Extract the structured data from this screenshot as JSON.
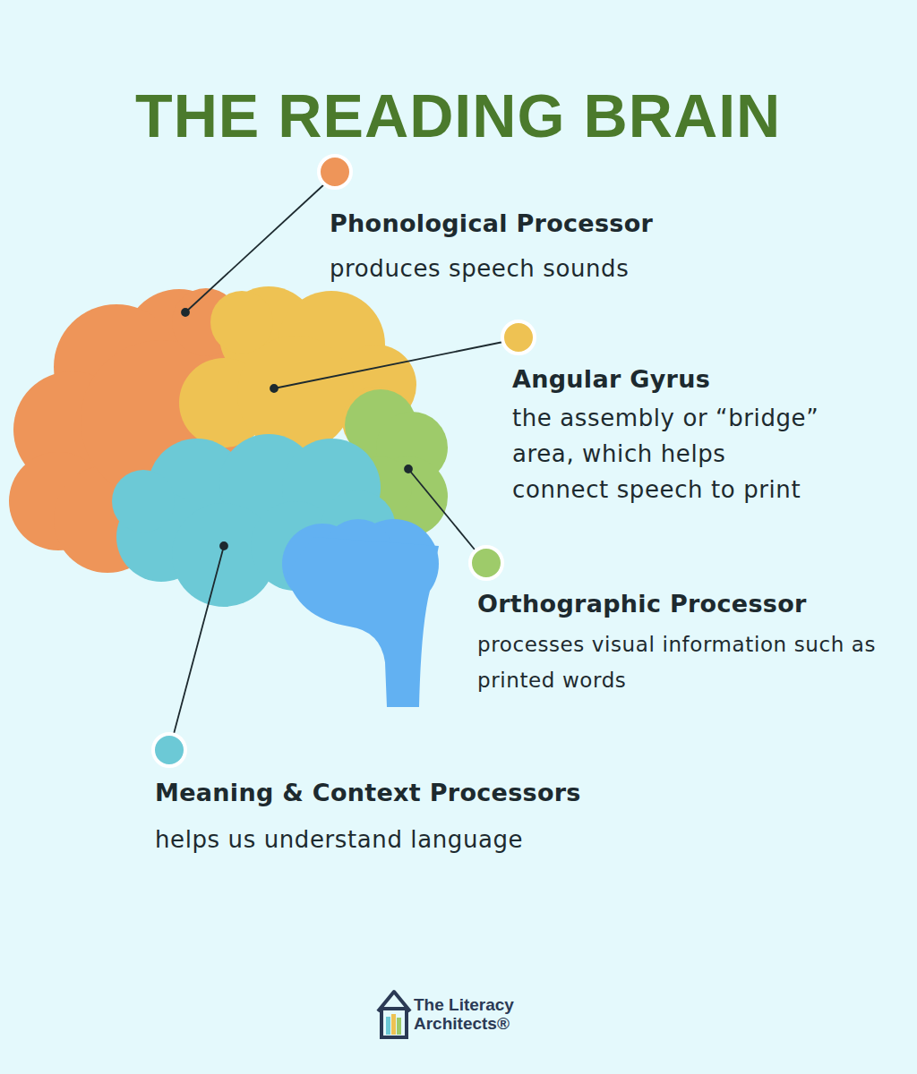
{
  "diagram": {
    "title": "THE READING BRAIN",
    "labels": [
      "Phonological Processor",
      "produces speech sounds",
      "Angular Gyrus",
      "the assembly or “bridge” area, which helps connect speech to print",
      "Orthographic Processor",
      "processes visual information such as printed words",
      "Meaning & Context Processors",
      "helps us understand language",
      "The Literacy Architects®"
    ]
  }
}
